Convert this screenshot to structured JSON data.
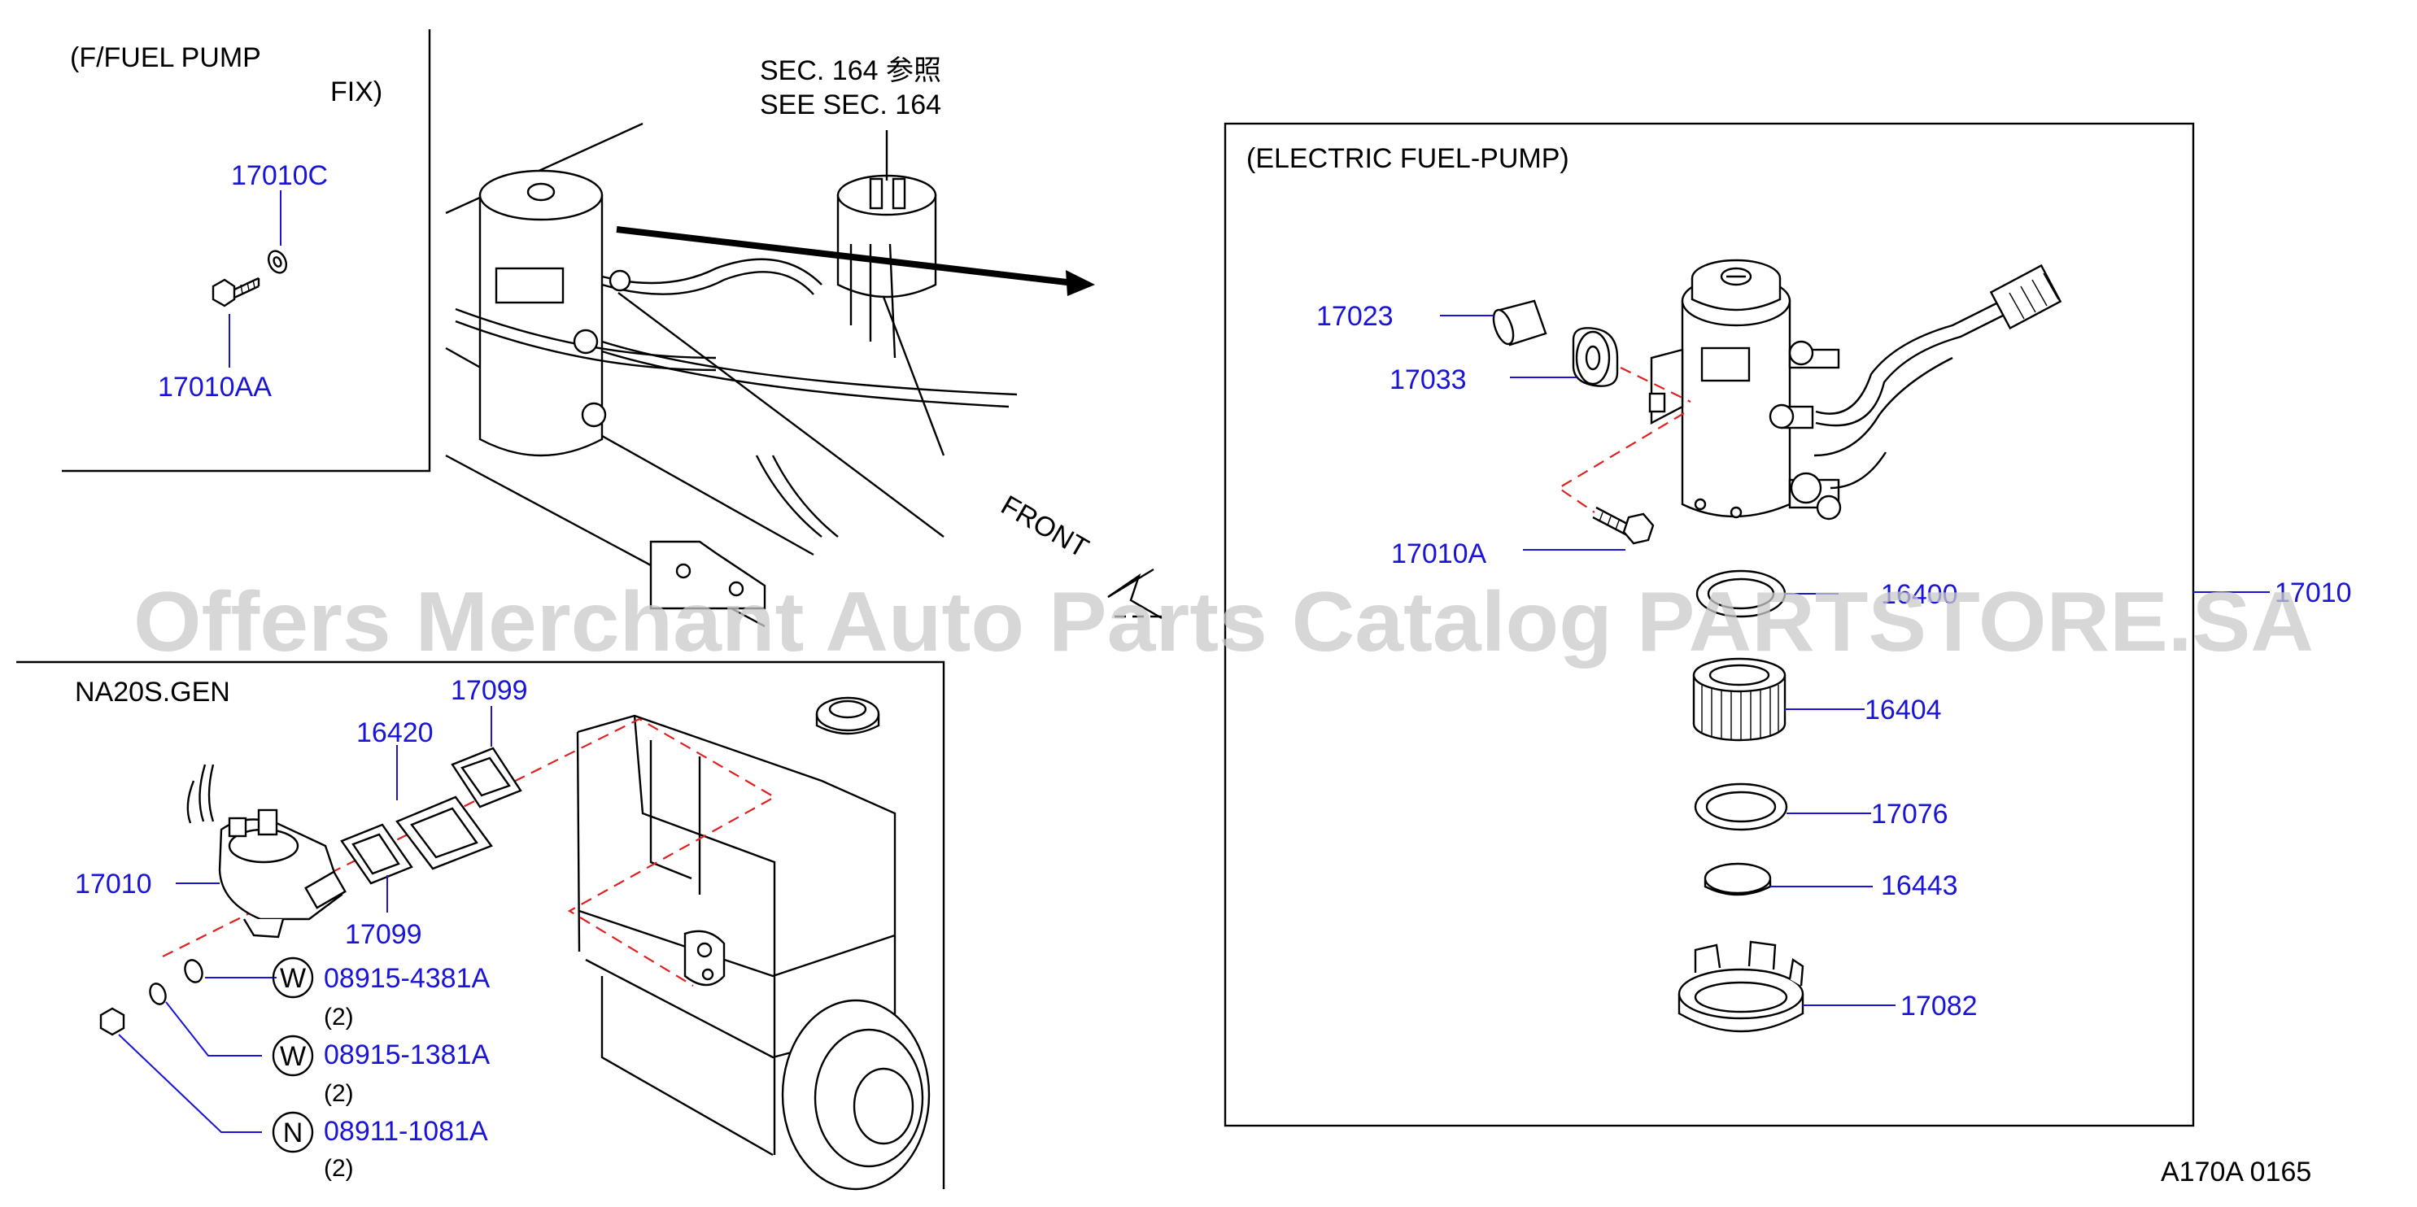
{
  "fix_box": {
    "title_line1": "(F/FUEL   PUMP",
    "title_line2": "FIX)",
    "parts": [
      "17010C",
      "17010AA"
    ]
  },
  "top_note": {
    "line1": "SEC.   164       参照",
    "line2": "SEE   SEC.   164"
  },
  "front_label": "FRONT",
  "electric_box": {
    "title": "(ELECTRIC   FUEL-PUMP)",
    "parts": [
      "17023",
      "17033",
      "17010A",
      "16400",
      "16404",
      "17076",
      "16443",
      "17082"
    ],
    "assembly_part": "17010"
  },
  "engine_box": {
    "title": "NA20S.GEN",
    "parts": [
      "17099",
      "16420",
      "17010",
      "17099"
    ],
    "fasteners": [
      {
        "symbol": "W",
        "part": "08915-4381A",
        "qty": "(2)"
      },
      {
        "symbol": "W",
        "part": "08915-1381A",
        "qty": "(2)"
      },
      {
        "symbol": "N",
        "part": "08911-1081A",
        "qty": "(2)"
      }
    ]
  },
  "watermark": "Offers Merchant Auto Parts Catalog PARTSTORE.SA",
  "diagram_code": "A170A   0165",
  "colors": {
    "part_number": "#1a14d6",
    "leader_dash": "#e02020",
    "watermark": "#c9c9c9"
  }
}
